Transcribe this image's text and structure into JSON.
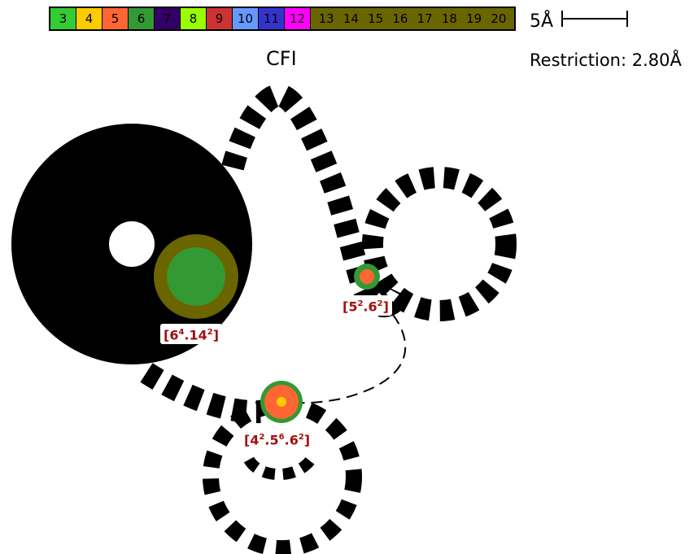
{
  "legend": {
    "cells": [
      {
        "label": "3",
        "color": "#33cc33"
      },
      {
        "label": "4",
        "color": "#ffcc00"
      },
      {
        "label": "5",
        "color": "#ff6633"
      },
      {
        "label": "6",
        "color": "#339933"
      },
      {
        "label": "7",
        "color": "#330066"
      },
      {
        "label": "8",
        "color": "#99ff00"
      },
      {
        "label": "9",
        "color": "#cc3333"
      },
      {
        "label": "10",
        "color": "#6699ff"
      },
      {
        "label": "11",
        "color": "#3333cc"
      },
      {
        "label": "12",
        "color": "#ff00ff"
      }
    ],
    "wide_cell": {
      "labels": [
        "13",
        "14",
        "15",
        "16",
        "17",
        "18",
        "19",
        "20"
      ],
      "color": "#6b6500"
    }
  },
  "scale": {
    "label": "5Å"
  },
  "restriction": "Restriction: 2.80Å",
  "title": "CFI",
  "labels": {
    "l1": {
      "base": "[6",
      "e1": "4",
      "mid": ".14",
      "e2": "2",
      "end": "]"
    },
    "l2": {
      "base": "[5",
      "e1": "2",
      "mid": ".6",
      "e2": "2",
      "end": "]"
    },
    "l3": {
      "base": "[4",
      "e1": "2",
      "mid": ".5",
      "e2": "6",
      "mid2": ".6",
      "e3": "2",
      "end": "]"
    }
  },
  "colors": {
    "ring_olive": "#6b6500",
    "ring_green": "#339933",
    "ring_orange": "#ff6633",
    "ring_yellow": "#ffcc00",
    "label_red": "#a50e0e"
  }
}
